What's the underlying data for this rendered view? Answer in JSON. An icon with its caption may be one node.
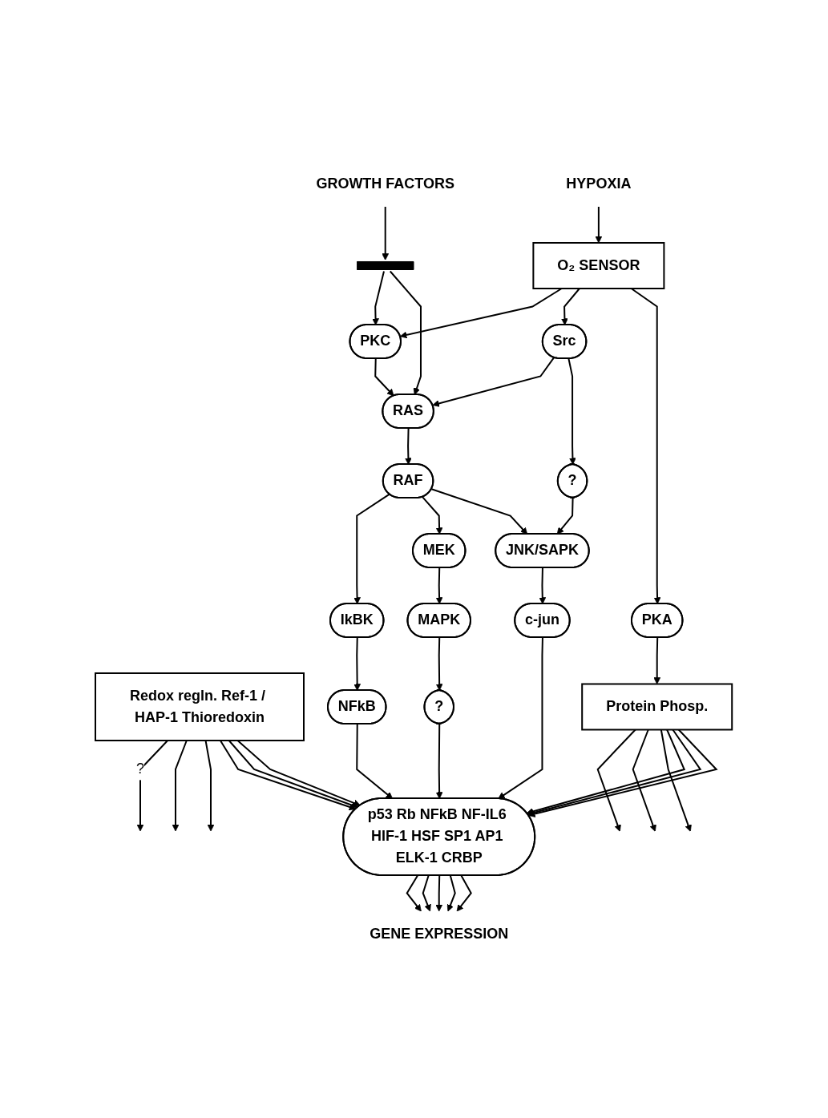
{
  "diagram": {
    "nodes": [
      {
        "text": [
          "GROWTH FACTORS"
        ]
      },
      {
        "text": [
          "HYPOXIA"
        ]
      },
      {
        "text": [],
        "shape": "receptor"
      },
      {
        "text": [
          "O₂ SENSOR"
        ]
      },
      {
        "text": [
          "PKC"
        ]
      },
      {
        "text": [
          "PKA"
        ]
      },
      {
        "text": [
          "Src"
        ]
      },
      {
        "text": [
          "Redox regln. Ref-1 / HAP-1 Thioredoxin"
        ]
      },
      {
        "text": [
          "RAS"
        ]
      },
      {
        "text": [
          "?"
        ]
      },
      {
        "text": [
          "RAF"
        ]
      },
      {
        "text": [
          "IkBK"
        ]
      },
      {
        "text": [
          "MEK"
        ]
      },
      {
        "text": [
          "JNK/SAPK"
        ]
      },
      {
        "text": [
          "Protein Phosp."
        ]
      },
      {
        "text": [
          "NFkB"
        ]
      },
      {
        "text": [
          "MAPK"
        ]
      },
      {
        "text": [
          "c-jun"
        ]
      },
      {
        "text": [
          "?"
        ]
      },
      {
        "text": [
          "p53 Rb NFkB NF-IL6 HIF-1 HSF SP1 AP1 ELK-1 CRBP"
        ]
      },
      {
        "text": [
          "GENE EXPRESSION"
        ]
      }
    ],
    "edges": [
      {
        "from": 0,
        "to": 2,
        "arrow": "to"
      },
      {
        "from": 1,
        "to": 3,
        "arrow": "to"
      },
      {
        "from": 2,
        "to": 4,
        "arrow": "to"
      },
      {
        "from": 2,
        "to": 8,
        "arrow": "to"
      },
      {
        "from": 3,
        "to": 4,
        "arrow": "to"
      },
      {
        "from": 3,
        "to": 6,
        "arrow": "to"
      },
      {
        "from": 3,
        "to": 5,
        "arrow": "to"
      },
      {
        "from": 4,
        "to": 8,
        "arrow": "to"
      },
      {
        "from": 6,
        "to": 8,
        "arrow": "to"
      },
      {
        "from": 6,
        "to": 9,
        "arrow": "to"
      },
      {
        "from": 7,
        "to": null,
        "arrow": "to",
        "label": "?"
      },
      {
        "from": 7,
        "to": null,
        "arrow": "to"
      },
      {
        "from": 7,
        "to": null,
        "arrow": "to"
      },
      {
        "from": 5,
        "to": 14,
        "arrow": "to"
      },
      {
        "from": 14,
        "to": null,
        "arrow": "to"
      },
      {
        "from": 14,
        "to": null,
        "arrow": "to"
      },
      {
        "from": 14,
        "to": null,
        "arrow": "to"
      },
      {
        "from": 8,
        "to": 10,
        "arrow": "to"
      },
      {
        "from": 10,
        "to": 11,
        "arrow": "to"
      },
      {
        "from": 10,
        "to": 12,
        "arrow": "to"
      },
      {
        "from": 10,
        "to": 13,
        "arrow": "to"
      },
      {
        "from": 9,
        "to": 13,
        "arrow": "to"
      },
      {
        "from": 11,
        "to": 15,
        "arrow": "to"
      },
      {
        "from": 12,
        "to": 16,
        "arrow": "to"
      },
      {
        "from": 13,
        "to": 17,
        "arrow": "to"
      },
      {
        "from": 16,
        "to": 18,
        "arrow": "to"
      },
      {
        "from": 7,
        "to": 19,
        "arrow": "to"
      },
      {
        "from": 7,
        "to": 19,
        "arrow": "to"
      },
      {
        "from": 7,
        "to": 19,
        "arrow": "to"
      },
      {
        "from": 15,
        "to": 19,
        "arrow": "to"
      },
      {
        "from": 18,
        "to": 19,
        "arrow": "to"
      },
      {
        "from": 17,
        "to": 19,
        "arrow": "to"
      },
      {
        "from": 14,
        "to": 19,
        "arrow": "to"
      },
      {
        "from": 14,
        "to": 19,
        "arrow": "to"
      },
      {
        "from": 14,
        "to": 19,
        "arrow": "to"
      },
      {
        "from": 19,
        "to": 20,
        "arrow": "to"
      },
      {
        "from": 19,
        "to": 20,
        "arrow": "to"
      },
      {
        "from": 19,
        "to": 20,
        "arrow": "to"
      },
      {
        "from": 19,
        "to": 20,
        "arrow": "to"
      },
      {
        "from": 19,
        "to": 20,
        "arrow": "to"
      }
    ]
  }
}
